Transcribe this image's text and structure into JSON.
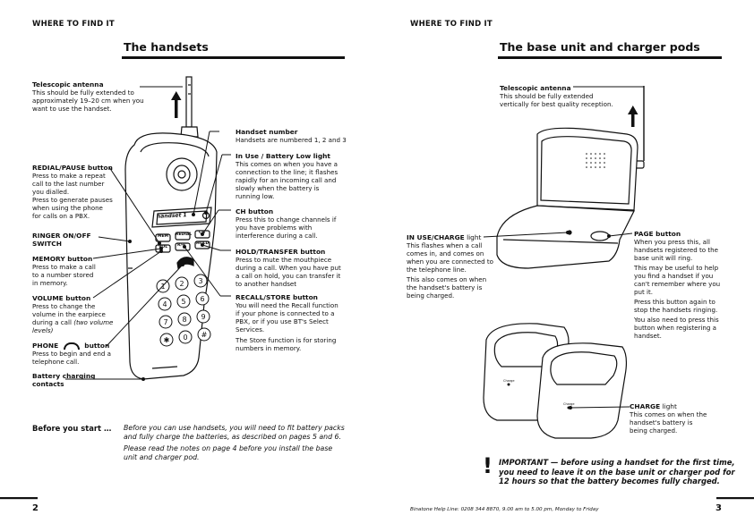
{
  "left": {
    "header": "WHERE TO FIND IT",
    "title": "The handsets",
    "page_number": "2",
    "antenna": {
      "title": "Telescopic antenna",
      "text": [
        "This should be fully extended to",
        "approximately 19–20 cm when you",
        "want to use the handset."
      ]
    },
    "handset_number": {
      "title": "Handset number",
      "text": [
        "Handsets are numbered 1, 2 and 3"
      ]
    },
    "in_use": {
      "title": "In Use / Battery Low light",
      "text": [
        "This comes on when you have a",
        "connection to the line; it flashes",
        "rapidly for an incoming call and",
        "slowly when the battery is",
        "running low."
      ]
    },
    "ch": {
      "title": "CH button",
      "text": [
        "Press this to change channels if",
        "you have problems with",
        "interference during a call."
      ]
    },
    "hold": {
      "title": "HOLD/TRANSFER button",
      "text": [
        "Press to mute the mouthpiece",
        "during a call. When you have put",
        "a call on hold, you can transfer it",
        "to another handset"
      ]
    },
    "recall": {
      "title": "RECALL/STORE button",
      "text": [
        "You will need the Recall function",
        "if your phone is connected to a",
        "PBX, or if you use BT's Select",
        "Services."
      ],
      "text2": [
        "The Store function is for storing",
        "numbers in memory."
      ]
    },
    "redial": {
      "title": "REDIAL/PAUSE button",
      "text": [
        "Press to make a repeat",
        "call to the last number",
        "you dialled.",
        "Press to generate pauses",
        "when using the phone",
        "for calls on a PBX."
      ]
    },
    "ringer": {
      "title": [
        "RINGER ON/OFF",
        "SWITCH"
      ]
    },
    "memory": {
      "title": "MEMORY button",
      "text": [
        "Press to make a call",
        "to a number stored",
        "in memory."
      ]
    },
    "volume": {
      "title": "VOLUME button",
      "text": [
        "Press to change the",
        "volume in the earpiece"
      ],
      "text_mixed": "during a call ",
      "text_italic": "(two volume",
      "text_italic2": "levels)"
    },
    "phone": {
      "title_a": "PHONE",
      "title_b": "button",
      "text": [
        "Press to begin and end a",
        "telephone call."
      ]
    },
    "battery": {
      "title": [
        "Battery charging",
        "contacts"
      ]
    },
    "before": {
      "heading": "Before you start …",
      "text": [
        "Before you can use handsets, you will need to fit battery packs",
        "and fully charge the batteries, as described on pages 5 and 6."
      ],
      "text2": [
        "Please read the notes on page 4 before you install the base",
        "unit and charger pod."
      ]
    },
    "keypad": {
      "keys": [
        "1",
        "2",
        "3",
        "4",
        "5",
        "6",
        "7",
        "8",
        "9",
        "✱",
        "0",
        "#"
      ],
      "display_text": "handset 1",
      "buttons": [
        "MEM",
        "REDIAL",
        "CH",
        "VOL",
        "R/↔",
        "HOLD"
      ]
    }
  },
  "right": {
    "header": "WHERE TO FIND IT",
    "title": "The base unit and charger pods",
    "page_number": "3",
    "antenna": {
      "title": "Telescopic antenna",
      "text": [
        "This should be fully extended",
        "vertically for best quality reception."
      ]
    },
    "in_use": {
      "title_a": "IN USE/CHARGE",
      "title_b": " light",
      "text": [
        "This flashes when a call",
        "comes in, and comes on",
        "when you are connected to",
        "the telephone line."
      ],
      "text2": [
        "This also comes on when",
        "the handset's battery is",
        "being charged."
      ]
    },
    "page": {
      "title": "PAGE button",
      "text": [
        "When you press this, all",
        "handsets registered to the",
        "base unit will ring."
      ],
      "text2": [
        "This may be useful to help",
        "you find a handset if you",
        "can't remember where you",
        "put it."
      ],
      "text3": [
        "Press this button again to",
        "stop the handsets ringing."
      ],
      "text4": [
        "You also need to press this",
        "button when registering a",
        "handset."
      ]
    },
    "charge": {
      "title_a": "CHARGE",
      "title_b": " light",
      "text": [
        "This comes on when the",
        "handset's battery is",
        "being charged."
      ]
    },
    "important": {
      "text": [
        "IMPORTANT — before using a handset for the first time,",
        "you need to leave it on the base unit or charger pod for",
        "12 hours so that the battery becomes fully charged."
      ],
      "mark": "!"
    },
    "pod_label": "Charge",
    "footer": "Binatone Help Line: 0208 344 8870, 9.00 am to 5.00 pm, Monday to Friday"
  }
}
